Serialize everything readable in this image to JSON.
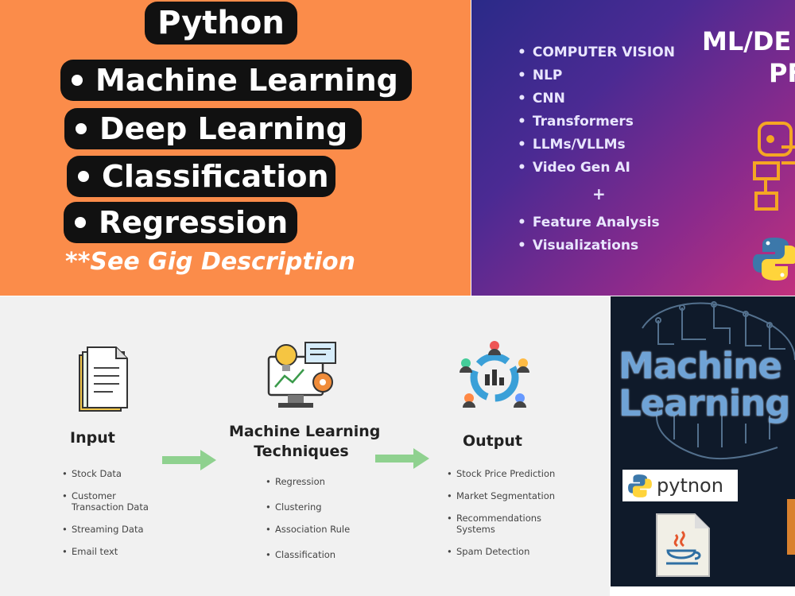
{
  "panel1": {
    "title": "Python",
    "bullets": [
      "Machine Learning",
      "Deep Learning",
      "Classification",
      "Regression"
    ],
    "note": "**See Gig Description"
  },
  "panel2": {
    "topics": [
      "COMPUTER VISION",
      "NLP",
      "CNN",
      "Transformers",
      "LLMs/VLLMs",
      "Video Gen AI"
    ],
    "plus": "+",
    "extras": [
      "Feature Analysis",
      "Visualizations"
    ],
    "heading_line1": "ML/DE",
    "heading_line2": "PF"
  },
  "panel3": {
    "input": {
      "label": "Input",
      "items": [
        "Stock Data",
        "Customer Transaction Data",
        "Streaming Data",
        "Email text"
      ]
    },
    "techniques": {
      "label_line1": "Machine Learning",
      "label_line2": "Techniques",
      "items": [
        "Regression",
        "Clustering",
        "Association Rule",
        "Classification"
      ]
    },
    "output": {
      "label": "Output",
      "items": [
        "Stock Price Prediction",
        "Market Segmentation",
        "Recommendations Systems",
        "Spam Detection"
      ]
    }
  },
  "panel4": {
    "title_line1": "Machine",
    "title_line2": "Learning",
    "python_label": "pytnon"
  },
  "colors": {
    "orange": "#fb8c4a",
    "arrow_green": "#8fd18f",
    "ml_blue": "#6fa3d6"
  }
}
